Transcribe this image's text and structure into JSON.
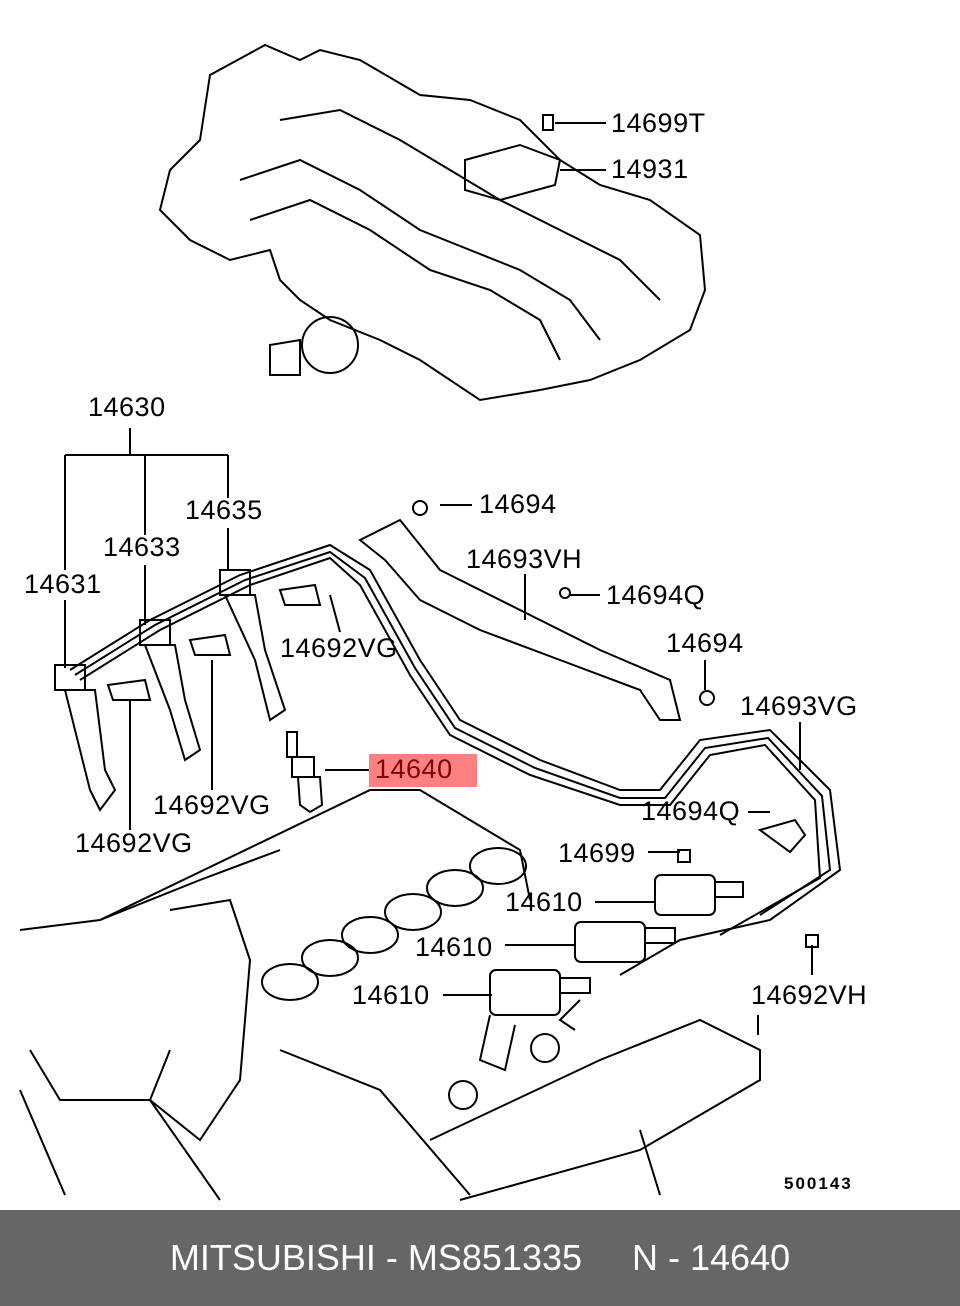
{
  "labels": {
    "l14699T": "14699T",
    "l14931": "14931",
    "l14630": "14630",
    "l14635": "14635",
    "l14633": "14633",
    "l14631": "14631",
    "l14692VG_a": "14692VG",
    "l14692VG_b": "14692VG",
    "l14692VG_c": "14692VG",
    "l14694_a": "14694",
    "l14693VH": "14693VH",
    "l14694Q_a": "14694Q",
    "l14694_b": "14694",
    "l14693VG": "14693VG",
    "l14640": "14640",
    "l14694Q_b": "14694Q",
    "l14699": "14699",
    "l14610_a": "14610",
    "l14610_b": "14610",
    "l14610_c": "14610",
    "l14692VH": "14692VH"
  },
  "diagram_code": "500143",
  "highlight_color": "#ff8080",
  "footer": {
    "brand": "MITSUBISHI",
    "part_number": "MS851335",
    "ref": "N - 14640",
    "text": "MITSUBISHI - MS851335     N - 14640"
  }
}
